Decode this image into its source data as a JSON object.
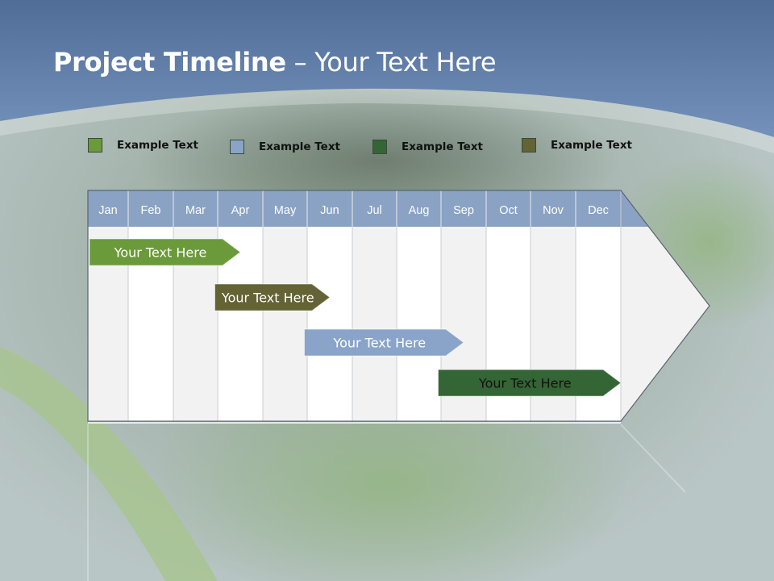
{
  "slide": {
    "title_bold": "Project Timeline",
    "title_rest": " – Your Text Here"
  },
  "legend": [
    {
      "label": "Example Text",
      "color": "#6a9a3a"
    },
    {
      "label": "Example Text",
      "color": "#89a4c8"
    },
    {
      "label": "Example Text",
      "color": "#346534"
    },
    {
      "label": "Example Text",
      "color": "#636335"
    }
  ],
  "timeline": {
    "months": [
      "Jan",
      "Feb",
      "Mar",
      "Apr",
      "May",
      "Jun",
      "Jul",
      "Aug",
      "Sep",
      "Oct",
      "Nov",
      "Dec"
    ],
    "tasks": [
      {
        "label": "Your  Text Here",
        "start_month": 1.0,
        "end_month": 4.5,
        "color": "#6a9a3a",
        "text_color": "#ffffff"
      },
      {
        "label": "Your  Text Here",
        "start_month": 3.9,
        "end_month": 6.5,
        "color": "#636335",
        "text_color": "#ffffff"
      },
      {
        "label": "Your  Text Here",
        "start_month": 5.9,
        "end_month": 9.5,
        "color": "#89a4c8",
        "text_color": "#ffffff"
      },
      {
        "label": "Your  Text Here",
        "start_month": 8.9,
        "end_month": 13.0,
        "color": "#346534",
        "text_color": "#111111"
      }
    ],
    "colors": {
      "header": "#8aa2c4",
      "column_light": "#ffffff",
      "column_shade": "#f2f2f2",
      "border": "#5a6470"
    }
  }
}
